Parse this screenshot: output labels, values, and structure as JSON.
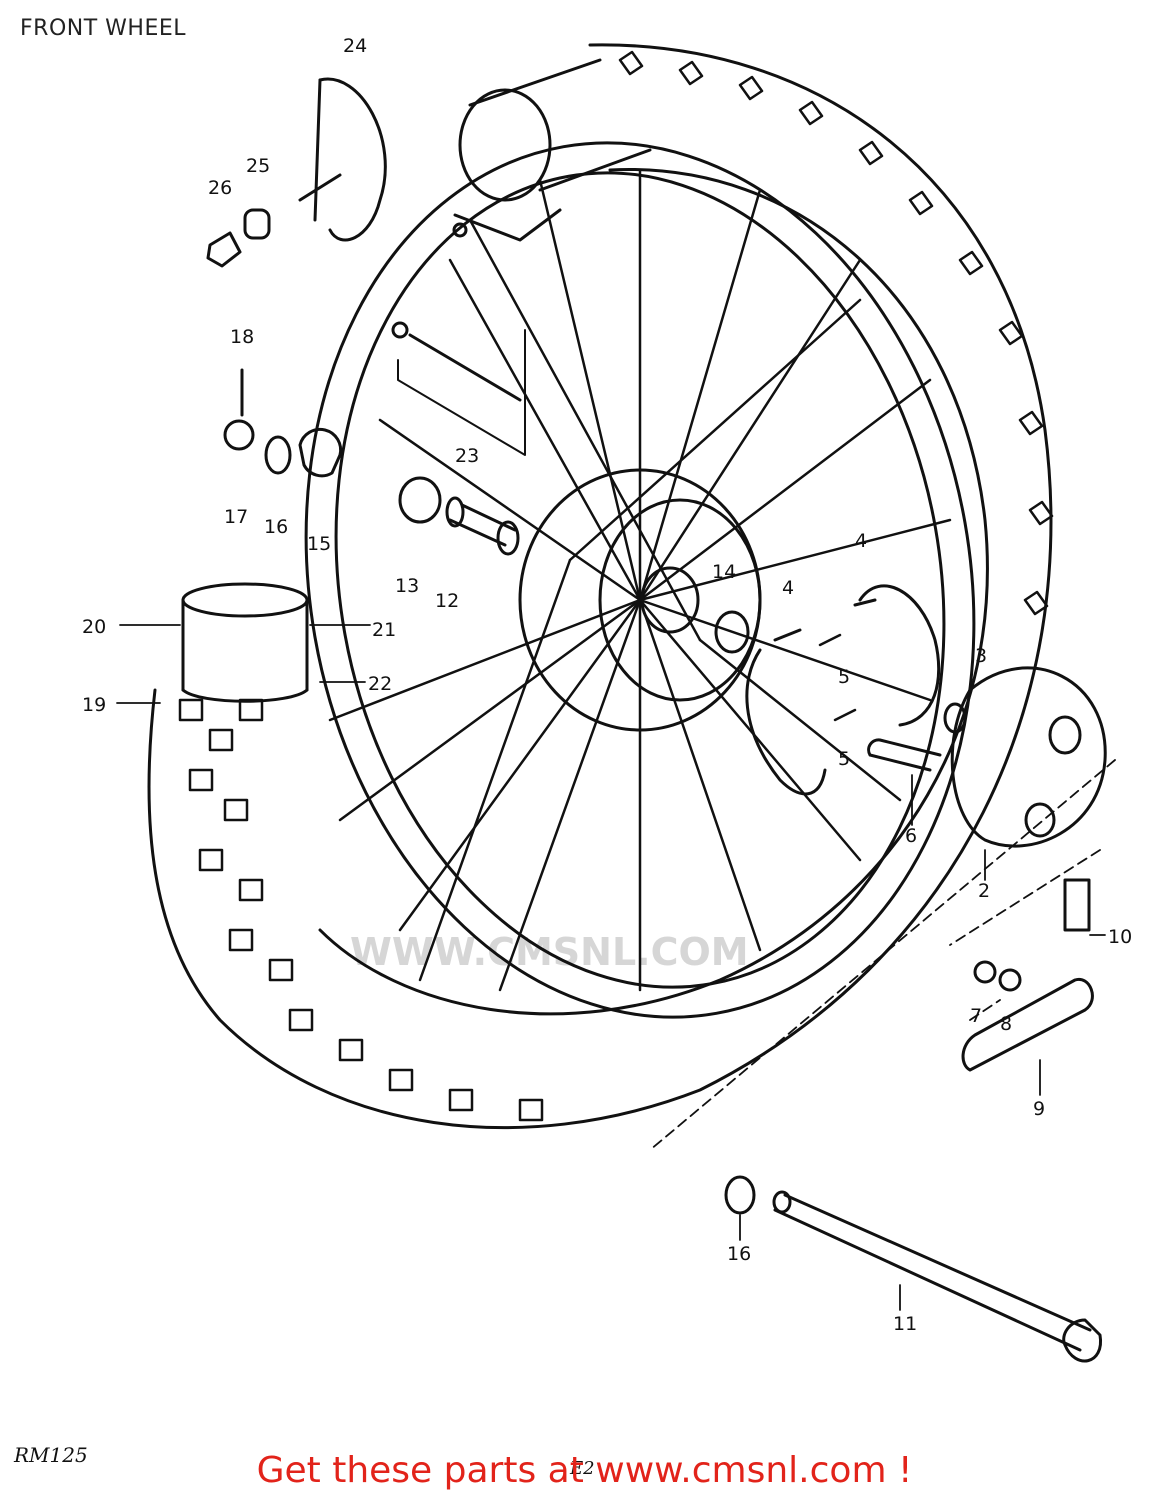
{
  "header": {
    "title": "FRONT WHEEL"
  },
  "watermark": {
    "text": "WWW.CMSNL.COM"
  },
  "footer": {
    "model_code": "RM125",
    "page_code": "E2",
    "link_text": "Get these parts at www.cmsnl.com !",
    "link_color": "#e2231a"
  },
  "callouts": [
    {
      "id": "c24",
      "label": "24"
    },
    {
      "id": "c25",
      "label": "25"
    },
    {
      "id": "c26",
      "label": "26"
    },
    {
      "id": "c18",
      "label": "18"
    },
    {
      "id": "c17",
      "label": "17"
    },
    {
      "id": "c16a",
      "label": "16"
    },
    {
      "id": "c15",
      "label": "15"
    },
    {
      "id": "c23",
      "label": "23"
    },
    {
      "id": "c13",
      "label": "13"
    },
    {
      "id": "c12",
      "label": "12"
    },
    {
      "id": "c14",
      "label": "14"
    },
    {
      "id": "c4a",
      "label": "4"
    },
    {
      "id": "c4b",
      "label": "4"
    },
    {
      "id": "c5a",
      "label": "5"
    },
    {
      "id": "c5b",
      "label": "5"
    },
    {
      "id": "c3",
      "label": "3"
    },
    {
      "id": "c20",
      "label": "20"
    },
    {
      "id": "c21",
      "label": "21"
    },
    {
      "id": "c22",
      "label": "22"
    },
    {
      "id": "c19",
      "label": "19"
    },
    {
      "id": "c6",
      "label": "6"
    },
    {
      "id": "c2",
      "label": "2"
    },
    {
      "id": "c10",
      "label": "10"
    },
    {
      "id": "c7",
      "label": "7"
    },
    {
      "id": "c8",
      "label": "8"
    },
    {
      "id": "c9",
      "label": "9"
    },
    {
      "id": "c16b",
      "label": "16"
    },
    {
      "id": "c11",
      "label": "11"
    }
  ]
}
